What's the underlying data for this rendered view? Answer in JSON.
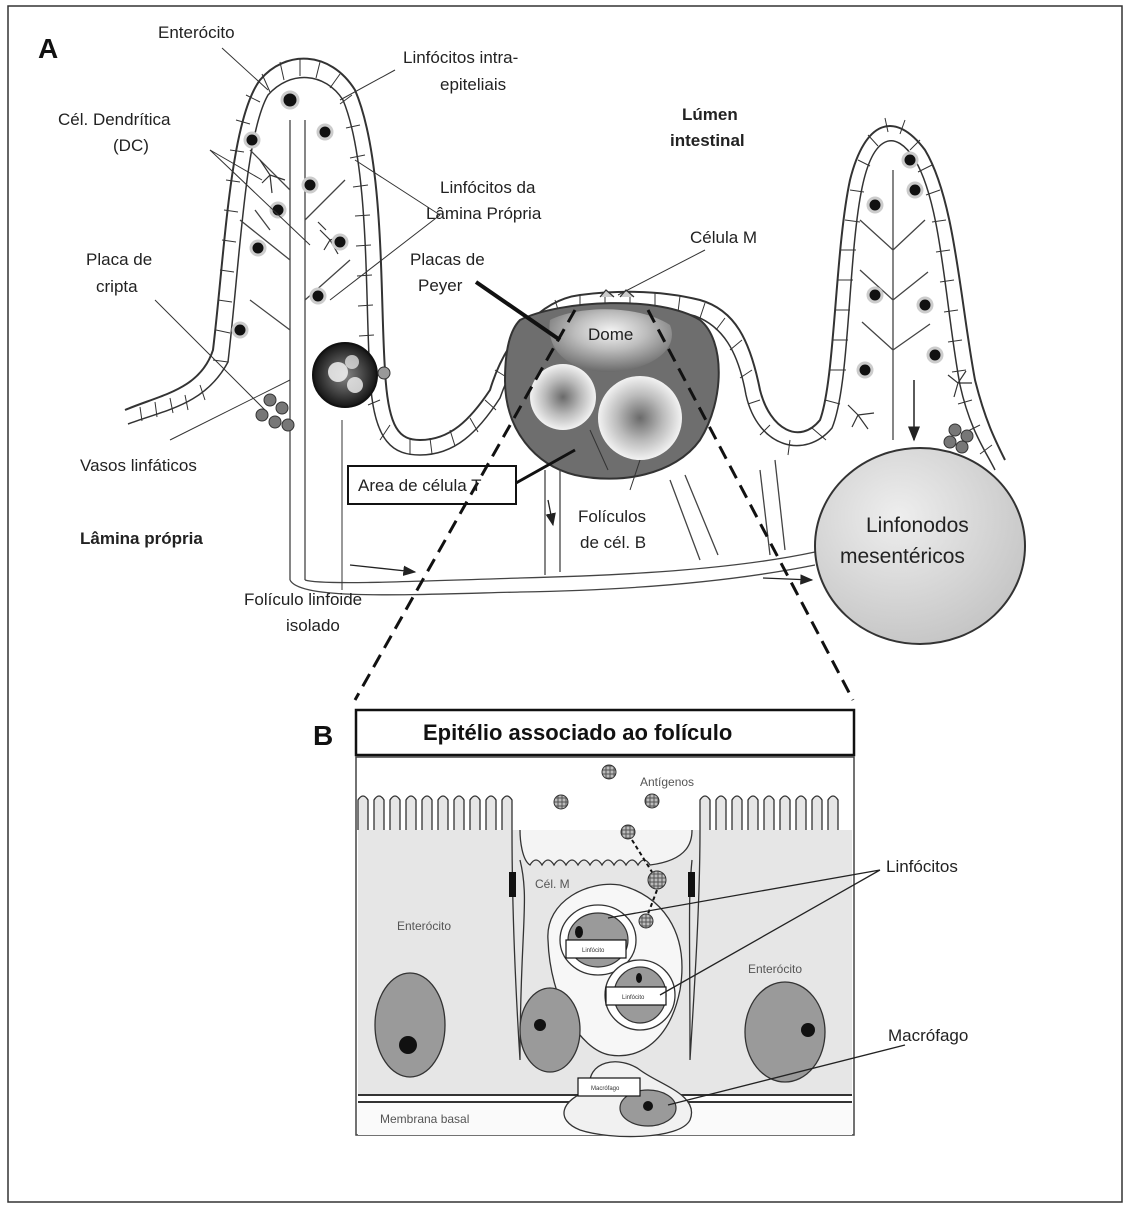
{
  "panel_a": {
    "letter": "A",
    "enterocito": "Enterócito",
    "linfocitos_intra_1": "Linfócitos intra-",
    "linfocitos_intra_2": "epiteliais",
    "cel_dendritica_1": "Cél. Dendrítica",
    "cel_dendritica_2": "(DC)",
    "lumen_1": "Lúmen",
    "lumen_2": "intestinal",
    "linfocitos_lamina_1": "Linfócitos da",
    "linfocitos_lamina_2": "Lâmina Própria",
    "placa_cripta_1": "Placa de",
    "placa_cripta_2": "cripta",
    "celula_m": "Célula M",
    "placas_peyer_1": "Placas de",
    "placas_peyer_2": "Peyer",
    "dome": "Dome",
    "vasos_linfaticos": "Vasos linfáticos",
    "area_celula_t": "Area de célula T",
    "foliculos_b_1": "Folículos",
    "foliculos_b_2": "de cél. B",
    "lamina_propria": "Lâmina própria",
    "foliculo_isolado_1": "Folículo linfoide",
    "foliculo_isolado_2": "isolado",
    "linfonodos_1": "Linfonodos",
    "linfonodos_2": "mesentéricos"
  },
  "panel_b": {
    "letter": "B",
    "title": "Epitélio associado ao folículo",
    "antigenos": "Antígenos",
    "cel_m": "Cél. M",
    "enterocito_left": "Enterócito",
    "enterocito_right": "Enterócito",
    "linfocito_tag_1": "Linfócito",
    "linfocito_tag_2": "Linfócito",
    "macrofago_tag": "Macrófago",
    "membrana_basal": "Membrana basal",
    "linfocitos": "Linfócitos",
    "macrofago": "Macrófago"
  },
  "colors": {
    "dome_dark": "#6e6e6e",
    "cell_grey": "#9a9a9a",
    "panel_bg": "#e6e6e6",
    "node_fill": "#d8d8d8"
  }
}
